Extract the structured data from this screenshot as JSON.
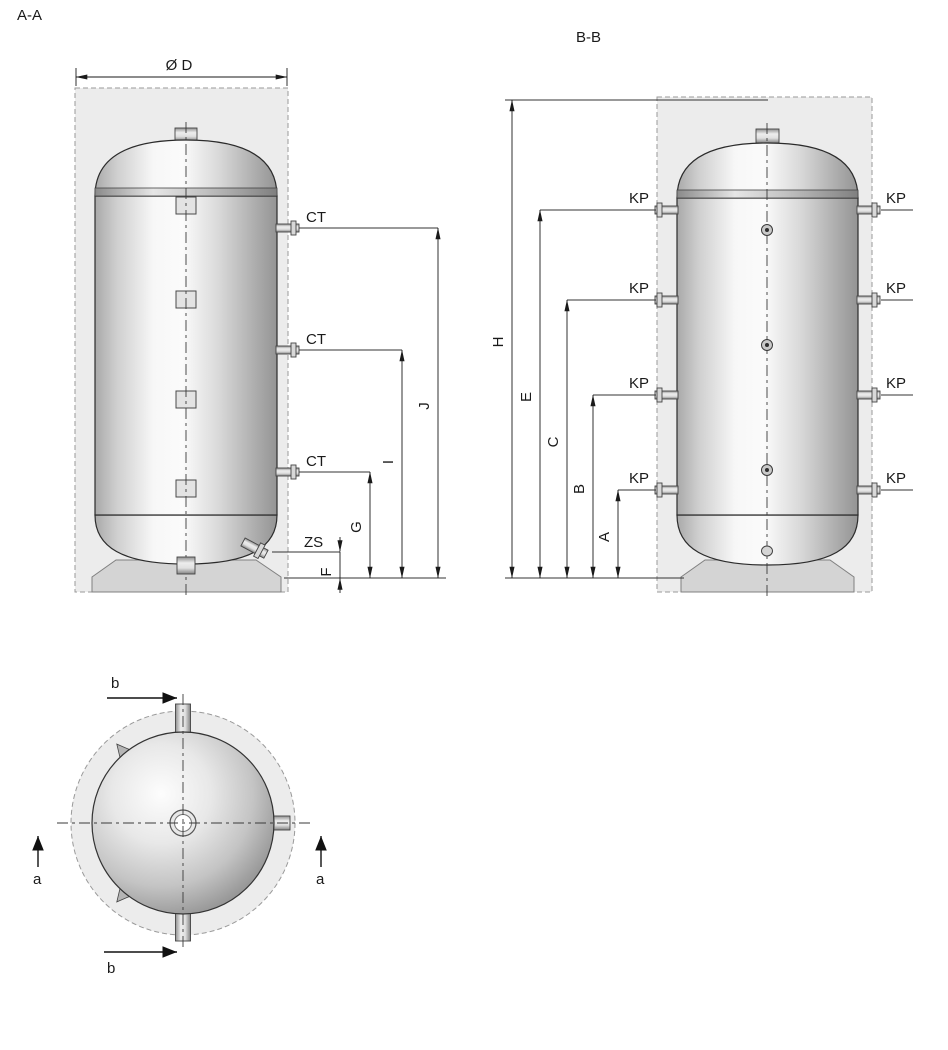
{
  "views": {
    "section_aa": {
      "title": "A-A",
      "dim_diameter": "Ø D",
      "ct_top": "CT",
      "ct_mid": "CT",
      "ct_bottom": "CT",
      "zs": "ZS",
      "dim_f": "F",
      "dim_g": "G",
      "dim_i": "I",
      "dim_j": "J"
    },
    "section_bb": {
      "title": "B-B",
      "kp_left": [
        "KP",
        "KP",
        "KP",
        "KP"
      ],
      "kp_right": [
        "KP",
        "KP",
        "KP",
        "KP"
      ],
      "dim_h": "H",
      "dim_e": "E",
      "dim_c": "C",
      "dim_b": "B",
      "dim_a": "A"
    },
    "top_view": {
      "cut_b_top": "b",
      "cut_b_bottom": "b",
      "cut_a_left": "a",
      "cut_a_right": "a"
    },
    "colors": {
      "line": "#1a1a1a",
      "envelope": "#ececec",
      "base": "#d4d4d4",
      "metal_highlight": "#f7f7f7",
      "metal_shadow": "#969696"
    }
  }
}
